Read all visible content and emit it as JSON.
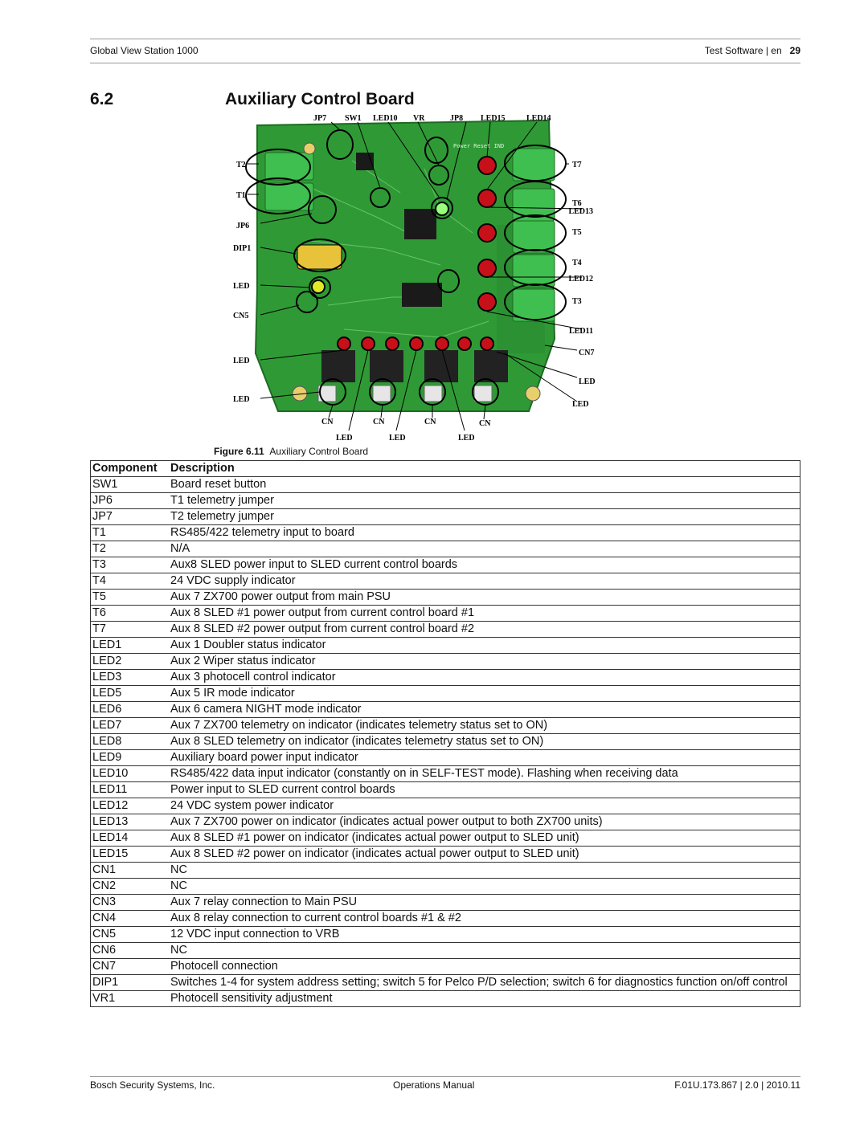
{
  "header": {
    "doc_title": "Global View Station 1000",
    "section_label": "Test Software | en",
    "page_number": "29"
  },
  "section": {
    "number": "6.2",
    "title": "Auxiliary Control Board"
  },
  "figure": {
    "labels": {
      "jp7": "JP7",
      "sw1": "SW1",
      "led10": "LED10",
      "vr": "VR",
      "jp8": "JP8",
      "led15": "LED15",
      "led14": "LED14",
      "t2": "T2",
      "t1": "T1",
      "jp6": "JP6",
      "dip1": "DIP1",
      "led_left1": "LED",
      "cn5": "CN5",
      "led_left2": "LED",
      "led_left3": "LED",
      "t7": "T7",
      "t6": "T6",
      "led13": "LED13",
      "t5": "T5",
      "t4": "T4",
      "led12": "LED12",
      "t3": "T3",
      "led11": "LED11",
      "cn7": "CN7",
      "led_right1": "LED",
      "led_right2": "LED",
      "cn_b1": "CN",
      "cn_b2": "CN",
      "cn_b3": "CN",
      "cn_b4": "CN",
      "led_b1": "LED",
      "led_b2": "LED",
      "led_b3": "LED",
      "silk_power": "Power  Reset  IND"
    },
    "caption_prefix": "Figure",
    "caption_number": "6.11",
    "caption_text": "Auxiliary Control Board"
  },
  "table": {
    "headers": [
      "Component",
      "Description"
    ],
    "rows": [
      [
        "SW1",
        "Board reset button"
      ],
      [
        "JP6",
        "T1 telemetry jumper"
      ],
      [
        "JP7",
        "T2 telemetry jumper"
      ],
      [
        "T1",
        "RS485/422 telemetry input to board"
      ],
      [
        "T2",
        "N/A"
      ],
      [
        "T3",
        "Aux8 SLED power input to SLED current control boards"
      ],
      [
        "T4",
        "24 VDC supply indicator"
      ],
      [
        "T5",
        "Aux 7 ZX700 power output from main PSU"
      ],
      [
        "T6",
        "Aux 8 SLED #1 power output from current control board #1"
      ],
      [
        "T7",
        "Aux 8 SLED #2 power output from current control board #2"
      ],
      [
        "LED1",
        "Aux 1 Doubler status indicator"
      ],
      [
        "LED2",
        "Aux 2 Wiper status indicator"
      ],
      [
        "LED3",
        "Aux 3 photocell control indicator"
      ],
      [
        "LED5",
        "Aux 5 IR mode indicator"
      ],
      [
        "LED6",
        "Aux 6 camera NIGHT mode indicator"
      ],
      [
        "LED7",
        "Aux 7 ZX700 telemetry on indicator (indicates telemetry status set to ON)"
      ],
      [
        "LED8",
        "Aux 8 SLED telemetry on indicator (indicates telemetry status set to ON)"
      ],
      [
        "LED9",
        "Auxiliary board power input indicator"
      ],
      [
        "LED10",
        "RS485/422 data input indicator (constantly on in SELF-TEST mode). Flashing when receiving data"
      ],
      [
        "LED11",
        "Power input to SLED current control boards"
      ],
      [
        "LED12",
        "24 VDC system power indicator"
      ],
      [
        "LED13",
        "Aux 7 ZX700 power on indicator (indicates actual power output to both ZX700 units)"
      ],
      [
        "LED14",
        "Aux 8 SLED #1 power on indicator (indicates actual power output to SLED unit)"
      ],
      [
        "LED15",
        "Aux 8 SLED #2 power on indicator (indicates actual power output to SLED unit)"
      ],
      [
        "CN1",
        "NC"
      ],
      [
        "CN2",
        "NC"
      ],
      [
        "CN3",
        "Aux 7 relay connection to Main PSU"
      ],
      [
        "CN4",
        "Aux 8 relay connection to current control boards #1 & #2"
      ],
      [
        "CN5",
        "12 VDC input connection to VRB"
      ],
      [
        "CN6",
        "NC"
      ],
      [
        "CN7",
        "Photocell connection"
      ],
      [
        "DIP1",
        "Switches 1-4 for system address setting; switch 5 for Pelco P/D selection; switch 6 for diagnostics function on/off control"
      ],
      [
        "VR1",
        "Photocell sensitivity adjustment"
      ]
    ]
  },
  "footer": {
    "company": "Bosch Security Systems, Inc.",
    "manual": "Operations Manual",
    "doc_id": "F.01U.173.867 | 2.0 | 2010.11"
  },
  "colors": {
    "pcb": "#2f9a35",
    "led_red": "#c8101a",
    "terminal_green": "#3fbf4f",
    "callout": "#000000"
  }
}
